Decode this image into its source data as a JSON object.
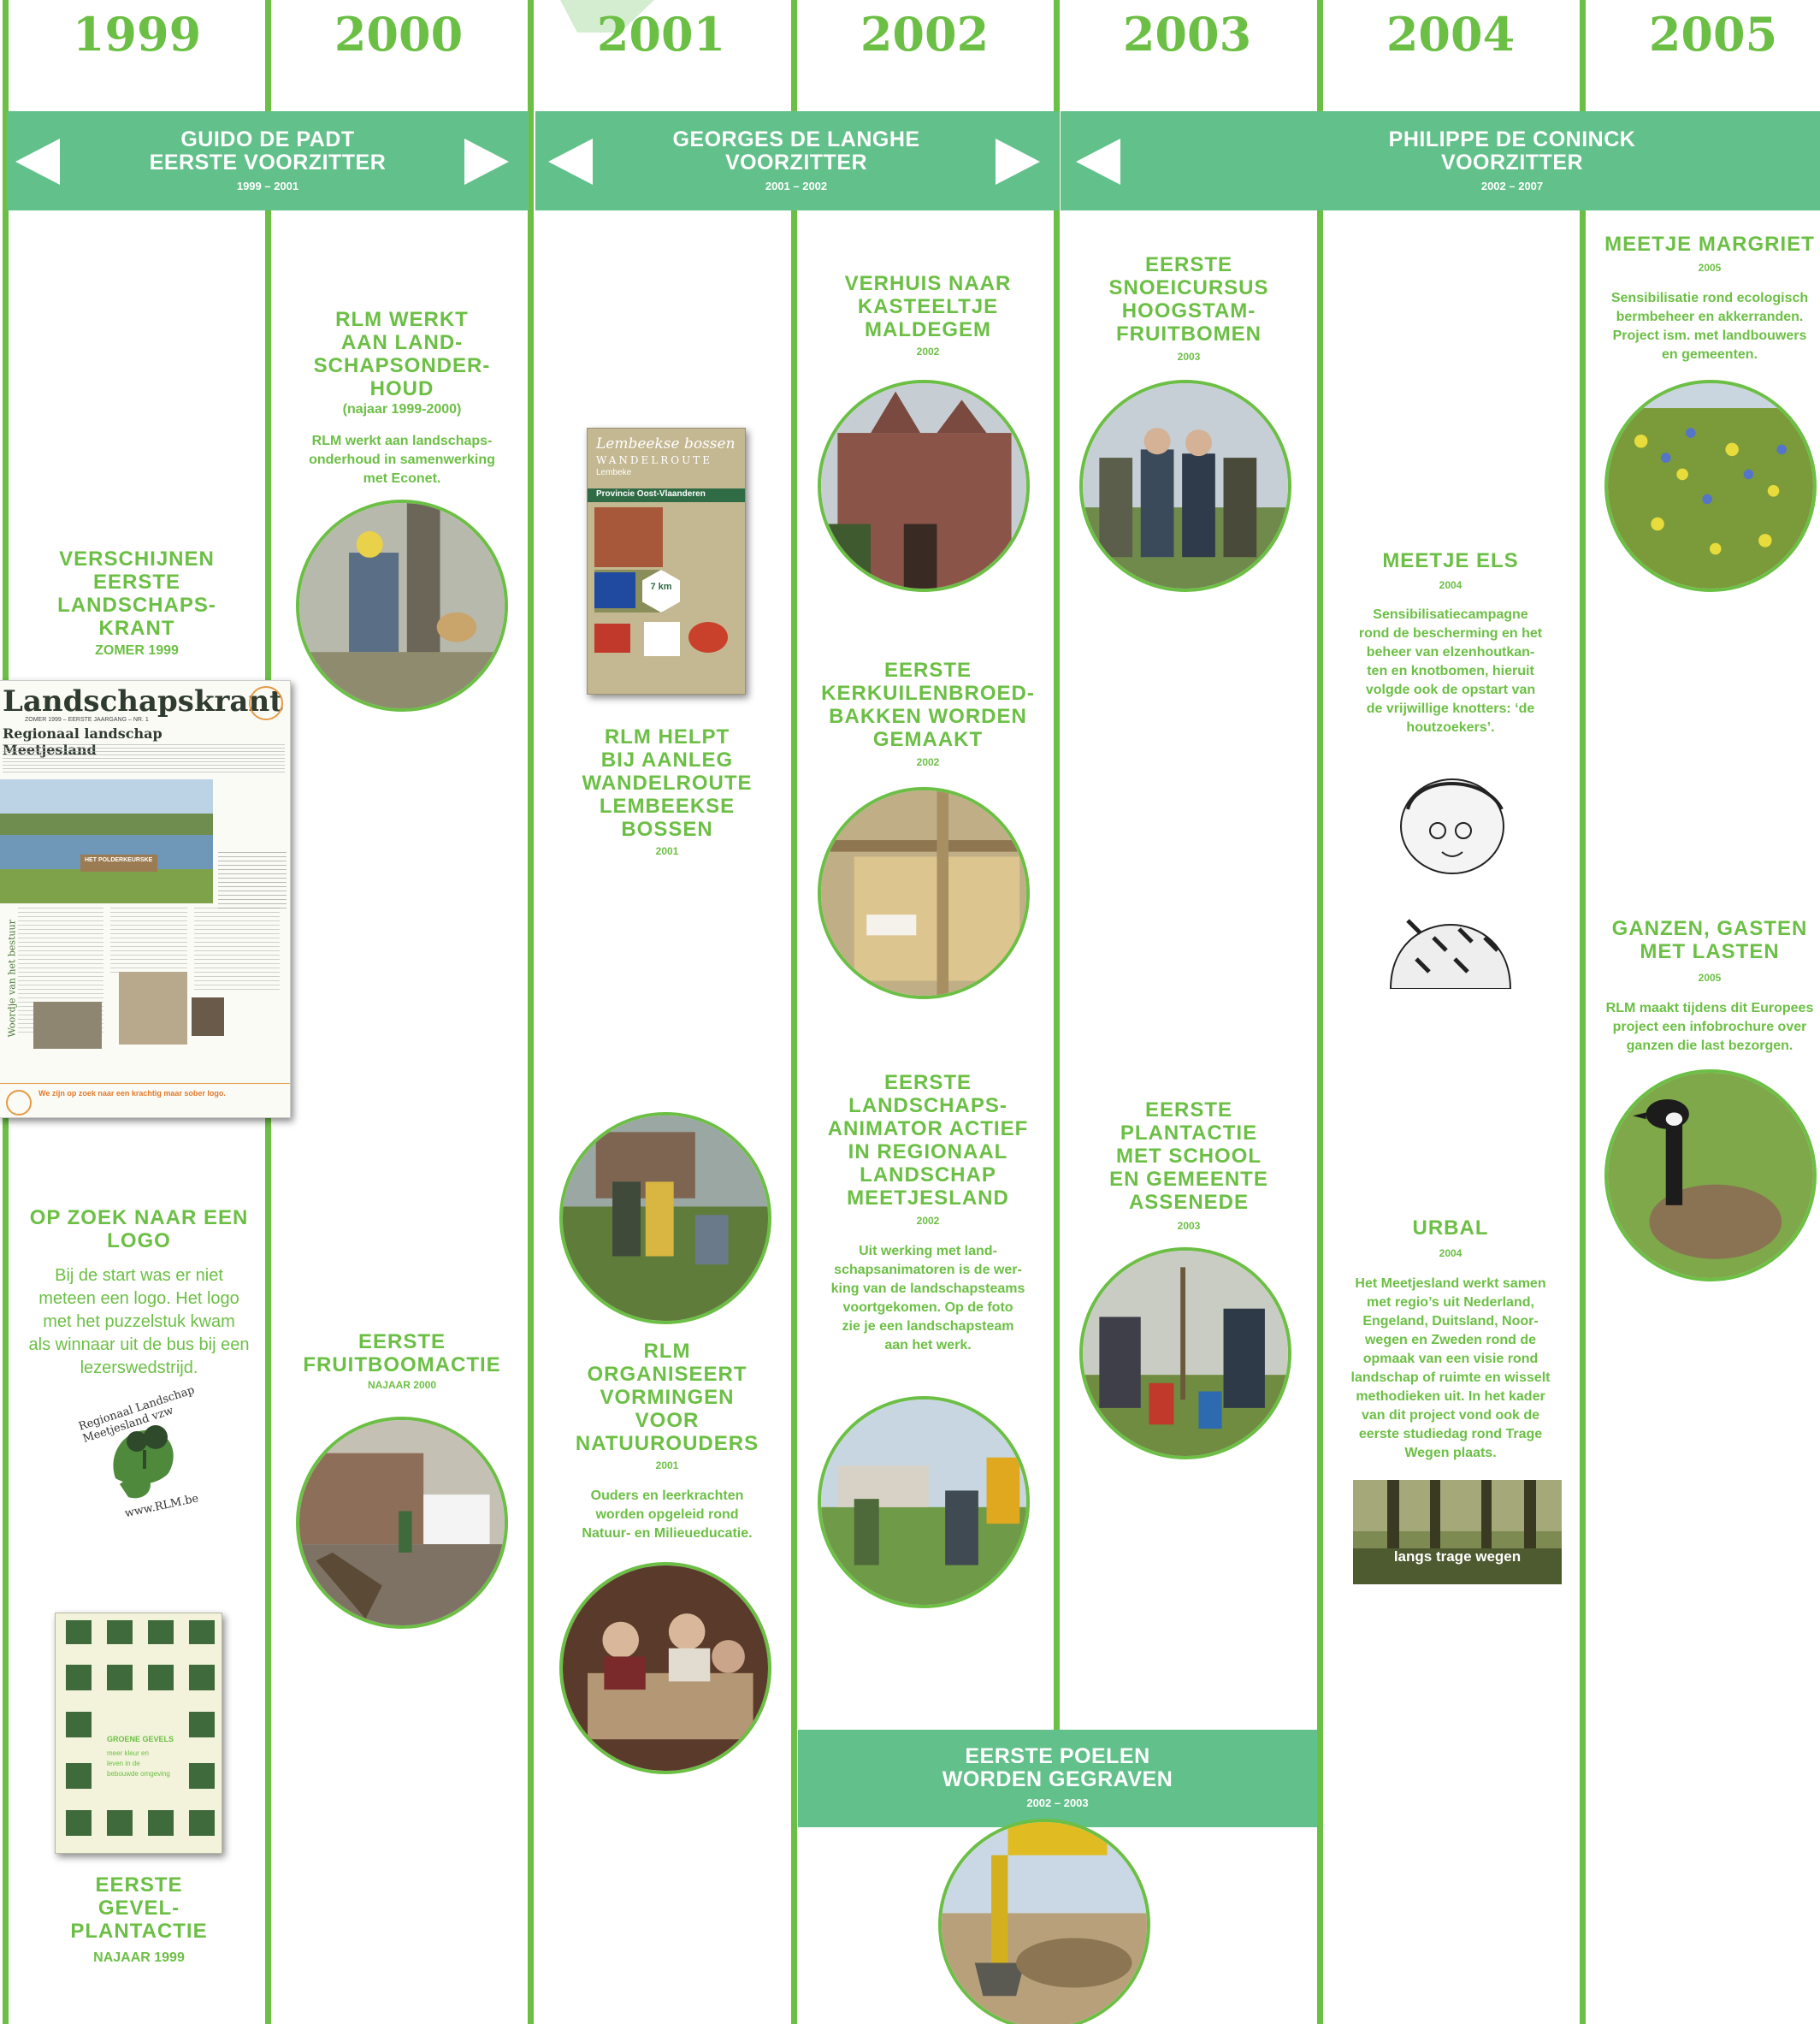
{
  "years": [
    "1999",
    "2000",
    "2001",
    "2002",
    "2003",
    "2004",
    "2005"
  ],
  "bands": [
    {
      "title": "GUIDO DE PADT\nEERSTE VOORZITTER",
      "dates": "1999 – 2001"
    },
    {
      "title": "GEORGES DE LANGHE\nVOORZITTER",
      "dates": "2001 – 2002"
    },
    {
      "title": "PHILIPPE DE CONINCK\nVOORZITTER",
      "dates": "2002 – 2007"
    },
    {
      "title": "EERSTE POELEN\nWORDEN GEGRAVEN",
      "dates": "2002 – 2003"
    }
  ],
  "events": {
    "krant": {
      "title": "VERSCHIJNEN\nEERSTE\nLANDSCHAPS-\nKRANT",
      "date": "ZOMER 1999"
    },
    "logo": {
      "title": "OP ZOEK NAAR EEN\nLOGO",
      "text": "Bij de start was er niet\nmeteen een logo. Het logo\nmet het puzzelstuk kwam\nals winnaar uit de bus bij een\nlezerswedstrijd."
    },
    "gevel": {
      "title": "EERSTE\nGEVEL-\nPLANTACTIE",
      "date": "NAJAAR 1999"
    },
    "onderhoud": {
      "title": "RLM WERKT\nAAN LAND-\nSCHAPSONDER-\nHOUD",
      "sub": "(najaar 1999-2000)",
      "text": "RLM werkt aan landschaps-\nonderhoud in samenwerking\nmet Econet."
    },
    "fruitboom": {
      "title": "EERSTE\nFRUITBOOMACTIE",
      "date": "NAJAAR 2000"
    },
    "wandelroute": {
      "title": "RLM HELPT\nBIJ AANLEG\nWANDELROUTE\nLEMBEEKSE\nBOSSEN",
      "date": "2001"
    },
    "natuurouders": {
      "title": "RLM\nORGANISEERT\nVORMINGEN\nVOOR\nNATUUROUDERS",
      "date": "2001",
      "text": "Ouders en leerkrachten\nworden opgeleid rond\nNatuur- en Milieueducatie."
    },
    "verhuis": {
      "title": "VERHUIS NAAR\nKASTEELTJE\nMALDEGEM",
      "date": "2002"
    },
    "kerkuil": {
      "title": "EERSTE\nKERKUILENBROED-\nBAKKEN WORDEN\nGEMAAKT",
      "date": "2002"
    },
    "animator": {
      "title": "EERSTE\nLANDSCHAPS-\nANIMATOR ACTIEF\nIN REGIONAAL\nLANDSCHAP\nMEETJESLAND",
      "date": "2002",
      "text": "Uit werking met land-\nschapsanimatoren is de wer-\nking van de landschapsteams\nvoortgekomen. Op de foto\nzie je een landschapsteam\naan het werk."
    },
    "snoei": {
      "title": "EERSTE\nSNOEICURSUS\nHOOGSTAM-\nFRUITBOMEN",
      "date": "2003"
    },
    "plantactie": {
      "title": "EERSTE\nPLANTACTIE\nMET SCHOOL\nEN GEMEENTE\nASSENEDE",
      "date": "2003"
    },
    "meetjeels": {
      "title": "MEETJE ELS",
      "date": "2004",
      "text": "Sensibilisatiecampagne\nrond de bescherming en het\nbeheer van elzenhoutkan-\nten en knotbomen, hieruit\nvolgde ook de opstart van\nde vrijwillige knotters:  ‘de\nhoutzoekers’."
    },
    "urbal": {
      "title": "URBAL",
      "date": "2004",
      "text": "Het Meetjesland werkt samen\nmet regio’s uit Nederland,\nEngeland, Duitsland, Noor-\nwegen en Zweden rond de\nopmaak van een visie rond\nlandschap of ruimte en wisselt\nmethodieken uit. In het kader\nvan dit project vond ook de\neerste studiedag rond Trage\nWegen plaats."
    },
    "margriet": {
      "title": "MEETJE MARGRIET",
      "date": "2005",
      "text": "Sensibilisatie rond ecologisch\nbermbeheer en akkerranden.\nProject ism. met landbouwers\nen gemeenten."
    },
    "ganzen": {
      "title": "GANZEN, GASTEN\nMET LASTEN",
      "date": "2005",
      "text": "RLM maakt tijdens dit Europees\nproject een infobrochure over\nganzen die last bezorgen."
    }
  },
  "krant": {
    "masthead": "Landschapskrant",
    "issue": "ZOMER 1999 – EERSTE JAARGANG – NR. 1",
    "org": "Regionaal landschap Meetjesland",
    "sign": "HET POLDERKEURSKE",
    "column": "Woordje van het bestuur",
    "footer": "We zijn op zoek naar een krachtig maar sober logo."
  },
  "logo_badge": {
    "ring": "Regionaal Landschap Meetjesland vzw",
    "url": "www.RLM.be"
  },
  "brochure_lembeek": {
    "title": "Lembeekse bossen",
    "sub1": "WANDELROUTE",
    "sub2": "Lembeke",
    "sub3": "Provincie Oost-Vlaanderen",
    "km": "7 km"
  },
  "brochure_gevels": {
    "title": "GROENE GEVELS",
    "text": "meer kleur en\nleven in de\nbebouwde omgeving"
  },
  "trage_wegen": {
    "label": "langs trage wegen"
  },
  "colors": {
    "accent": "#6cbf45",
    "band": "#62c08a",
    "background": "#ffffff"
  }
}
